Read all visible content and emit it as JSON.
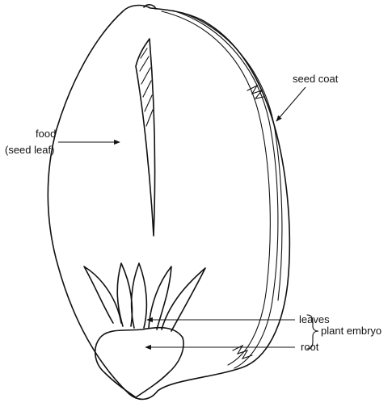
{
  "diagram": {
    "labels": {
      "seed_coat": "seed coat",
      "food_line1": "food",
      "food_line2": "(seed leaf)",
      "leaves": "leaves",
      "root": "root",
      "plant_embryo": "plant embryo"
    }
  }
}
